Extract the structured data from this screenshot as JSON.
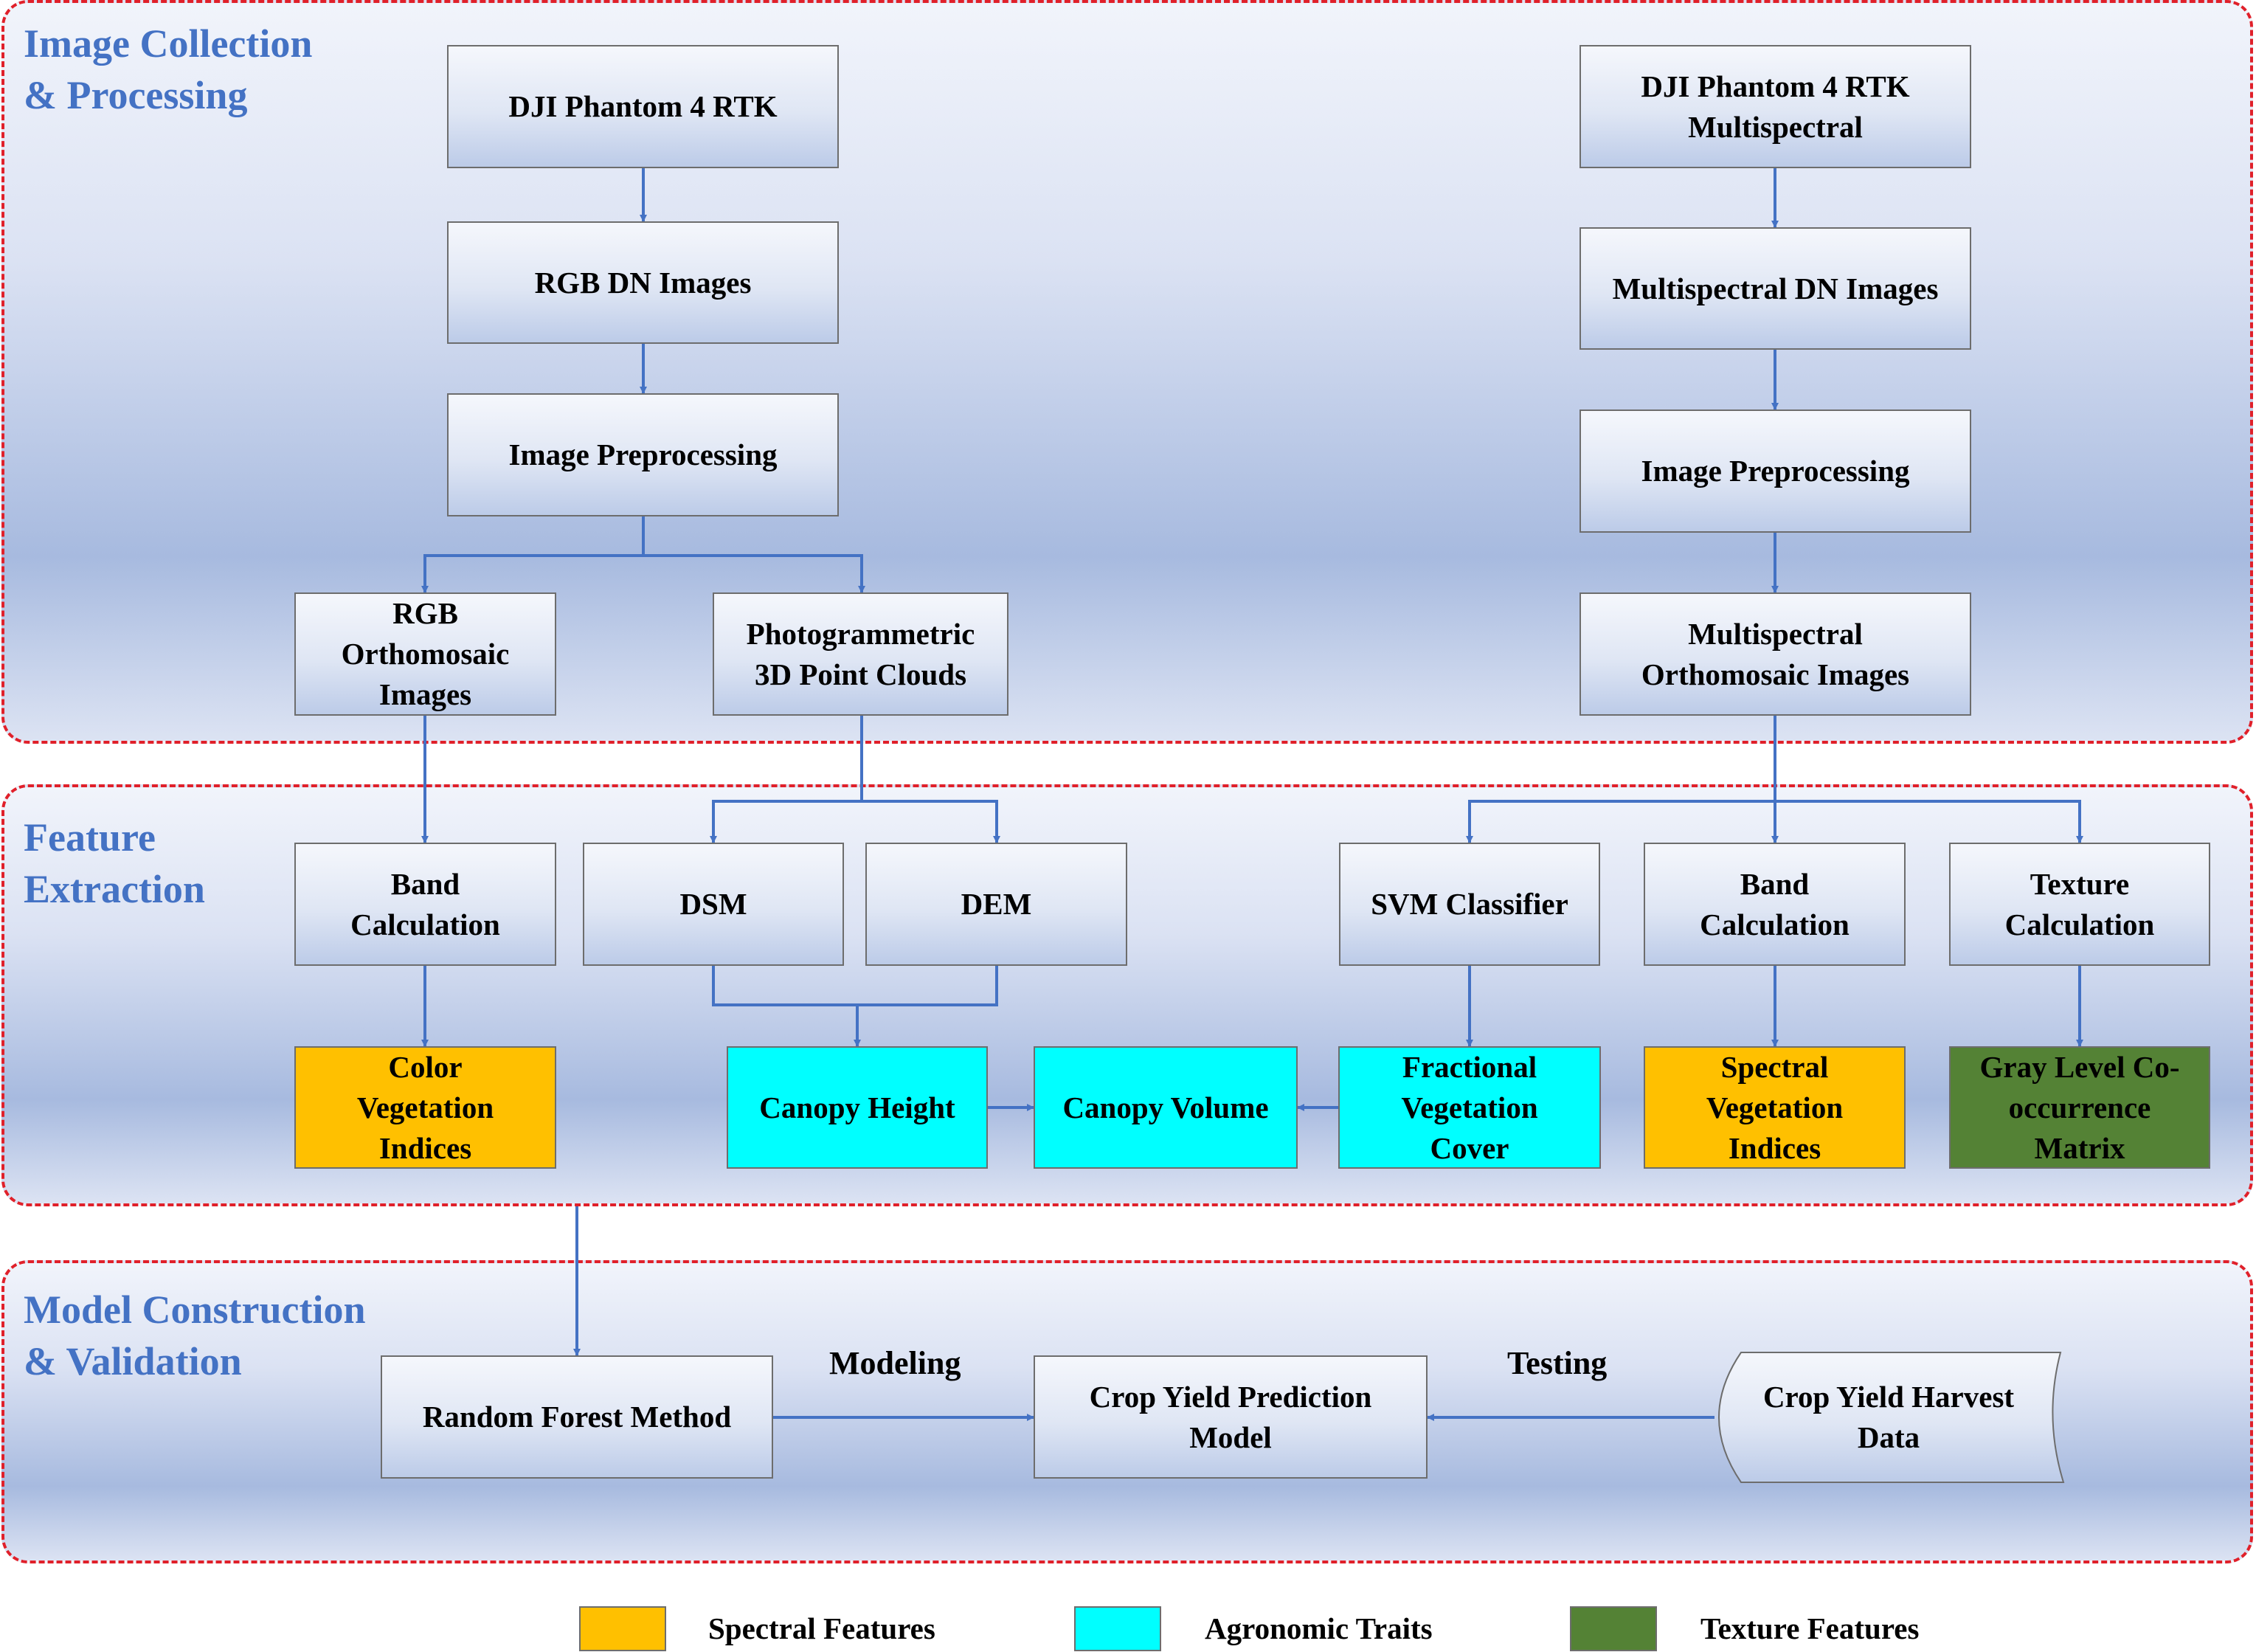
{
  "colors": {
    "panel_border": "#e0202a",
    "section_title": "#4472c4",
    "arrow": "#4472c4",
    "spectral": "#ffc000",
    "agronomic": "#00ffff",
    "texture": "#548235"
  },
  "sections": {
    "collection": "Image Collection\n& Processing",
    "extraction": "Feature\nExtraction",
    "model": "Model Construction\n& Validation"
  },
  "nodes": {
    "dji_rtk": "DJI Phantom 4 RTK",
    "rgb_dn": "RGB DN Images",
    "img_pre_rgb": "Image Preprocessing",
    "rgb_ortho": "RGB\nOrthomosaic\nImages",
    "photogrammetric": "Photogrammetric\n3D Point Clouds",
    "dji_ms": "DJI Phantom 4 RTK\nMultispectral",
    "ms_dn": "Multispectral DN Images",
    "img_pre_ms": "Image Preprocessing",
    "ms_ortho": "Multispectral\nOrthomosaic Images",
    "band_calc_rgb": "Band\nCalculation",
    "dsm": "DSM",
    "dem": "DEM",
    "svm": "SVM Classifier",
    "band_calc_ms": "Band\nCalculation",
    "texture_calc": "Texture\nCalculation",
    "color_vi": "Color\nVegetation\nIndices",
    "canopy_height": "Canopy Height",
    "canopy_volume": "Canopy Volume",
    "fvc": "Fractional\nVegetation\nCover",
    "spectral_vi": "Spectral\nVegetation\nIndices",
    "glcm": "Gray Level Co-\noccurrence\nMatrix",
    "random_forest": "Random Forest Method",
    "yield_model": "Crop Yield Prediction\nModel",
    "harvest_data": "Crop Yield Harvest\nData"
  },
  "edge_labels": {
    "modeling": "Modeling",
    "testing": "Testing"
  },
  "legend": [
    {
      "label": "Spectral Features",
      "color": "#ffc000"
    },
    {
      "label": "Agronomic Traits",
      "color": "#00ffff"
    },
    {
      "label": "Texture Features",
      "color": "#548235"
    }
  ]
}
